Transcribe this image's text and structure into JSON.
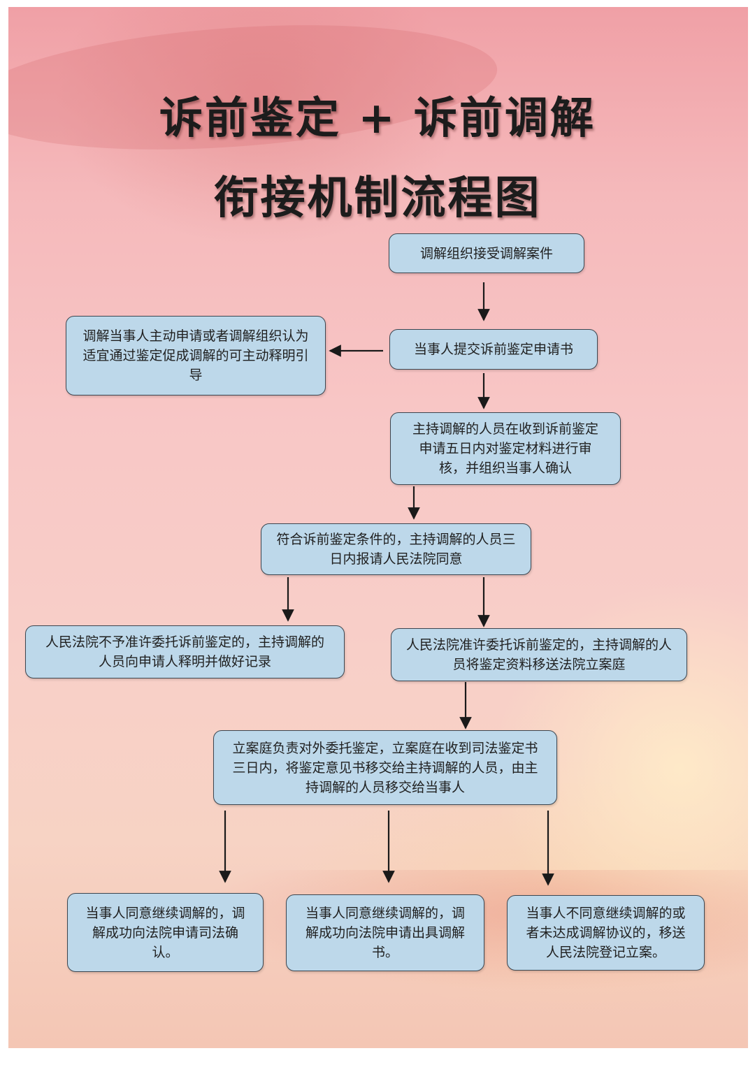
{
  "title": {
    "line1": "诉前鉴定 + 诉前调解",
    "line2": "衔接机制流程图"
  },
  "steps": {
    "receive_case": "调解组织接受调解案件",
    "guidance": "调解当事人主动申请或者调解组织认为适宜通过鉴定促成调解的可主动释明引导",
    "submit_application": "当事人提交诉前鉴定申请书",
    "review_materials": "主持调解的人员在收到诉前鉴定申请五日内对鉴定材料进行审核，并组织当事人确认",
    "report_court": "符合诉前鉴定条件的，主持调解的人员三日内报请人民法院同意",
    "court_reject": "人民法院不予准许委托诉前鉴定的，主持调解的人员向申请人释明并做好记录",
    "court_approve": "人民法院准许委托诉前鉴定的，主持调解的人员将鉴定资料移送法院立案庭",
    "filing_division": "立案庭负责对外委托鉴定，立案庭在收到司法鉴定书三日内，将鉴定意见书移交给主持调解的人员，由主持调解的人员移交给当事人",
    "outcome_judicial_confirmation": "当事人同意继续调解的，调解成功向法院申请司法确认。",
    "outcome_mediation_document": "当事人同意继续调解的，调解成功向法院申请出具调解书。",
    "outcome_register_case": "当事人不同意继续调解的或者未达成调解协议的，移送人民法院登记立案。"
  },
  "colors": {
    "box_fill": "#bdd8ea",
    "box_border": "#3c4650",
    "arrow": "#1a1a1a",
    "title_text": "#1c1c1c",
    "background_top": "#f0a0a6",
    "background_bottom": "#f4c6b4"
  }
}
